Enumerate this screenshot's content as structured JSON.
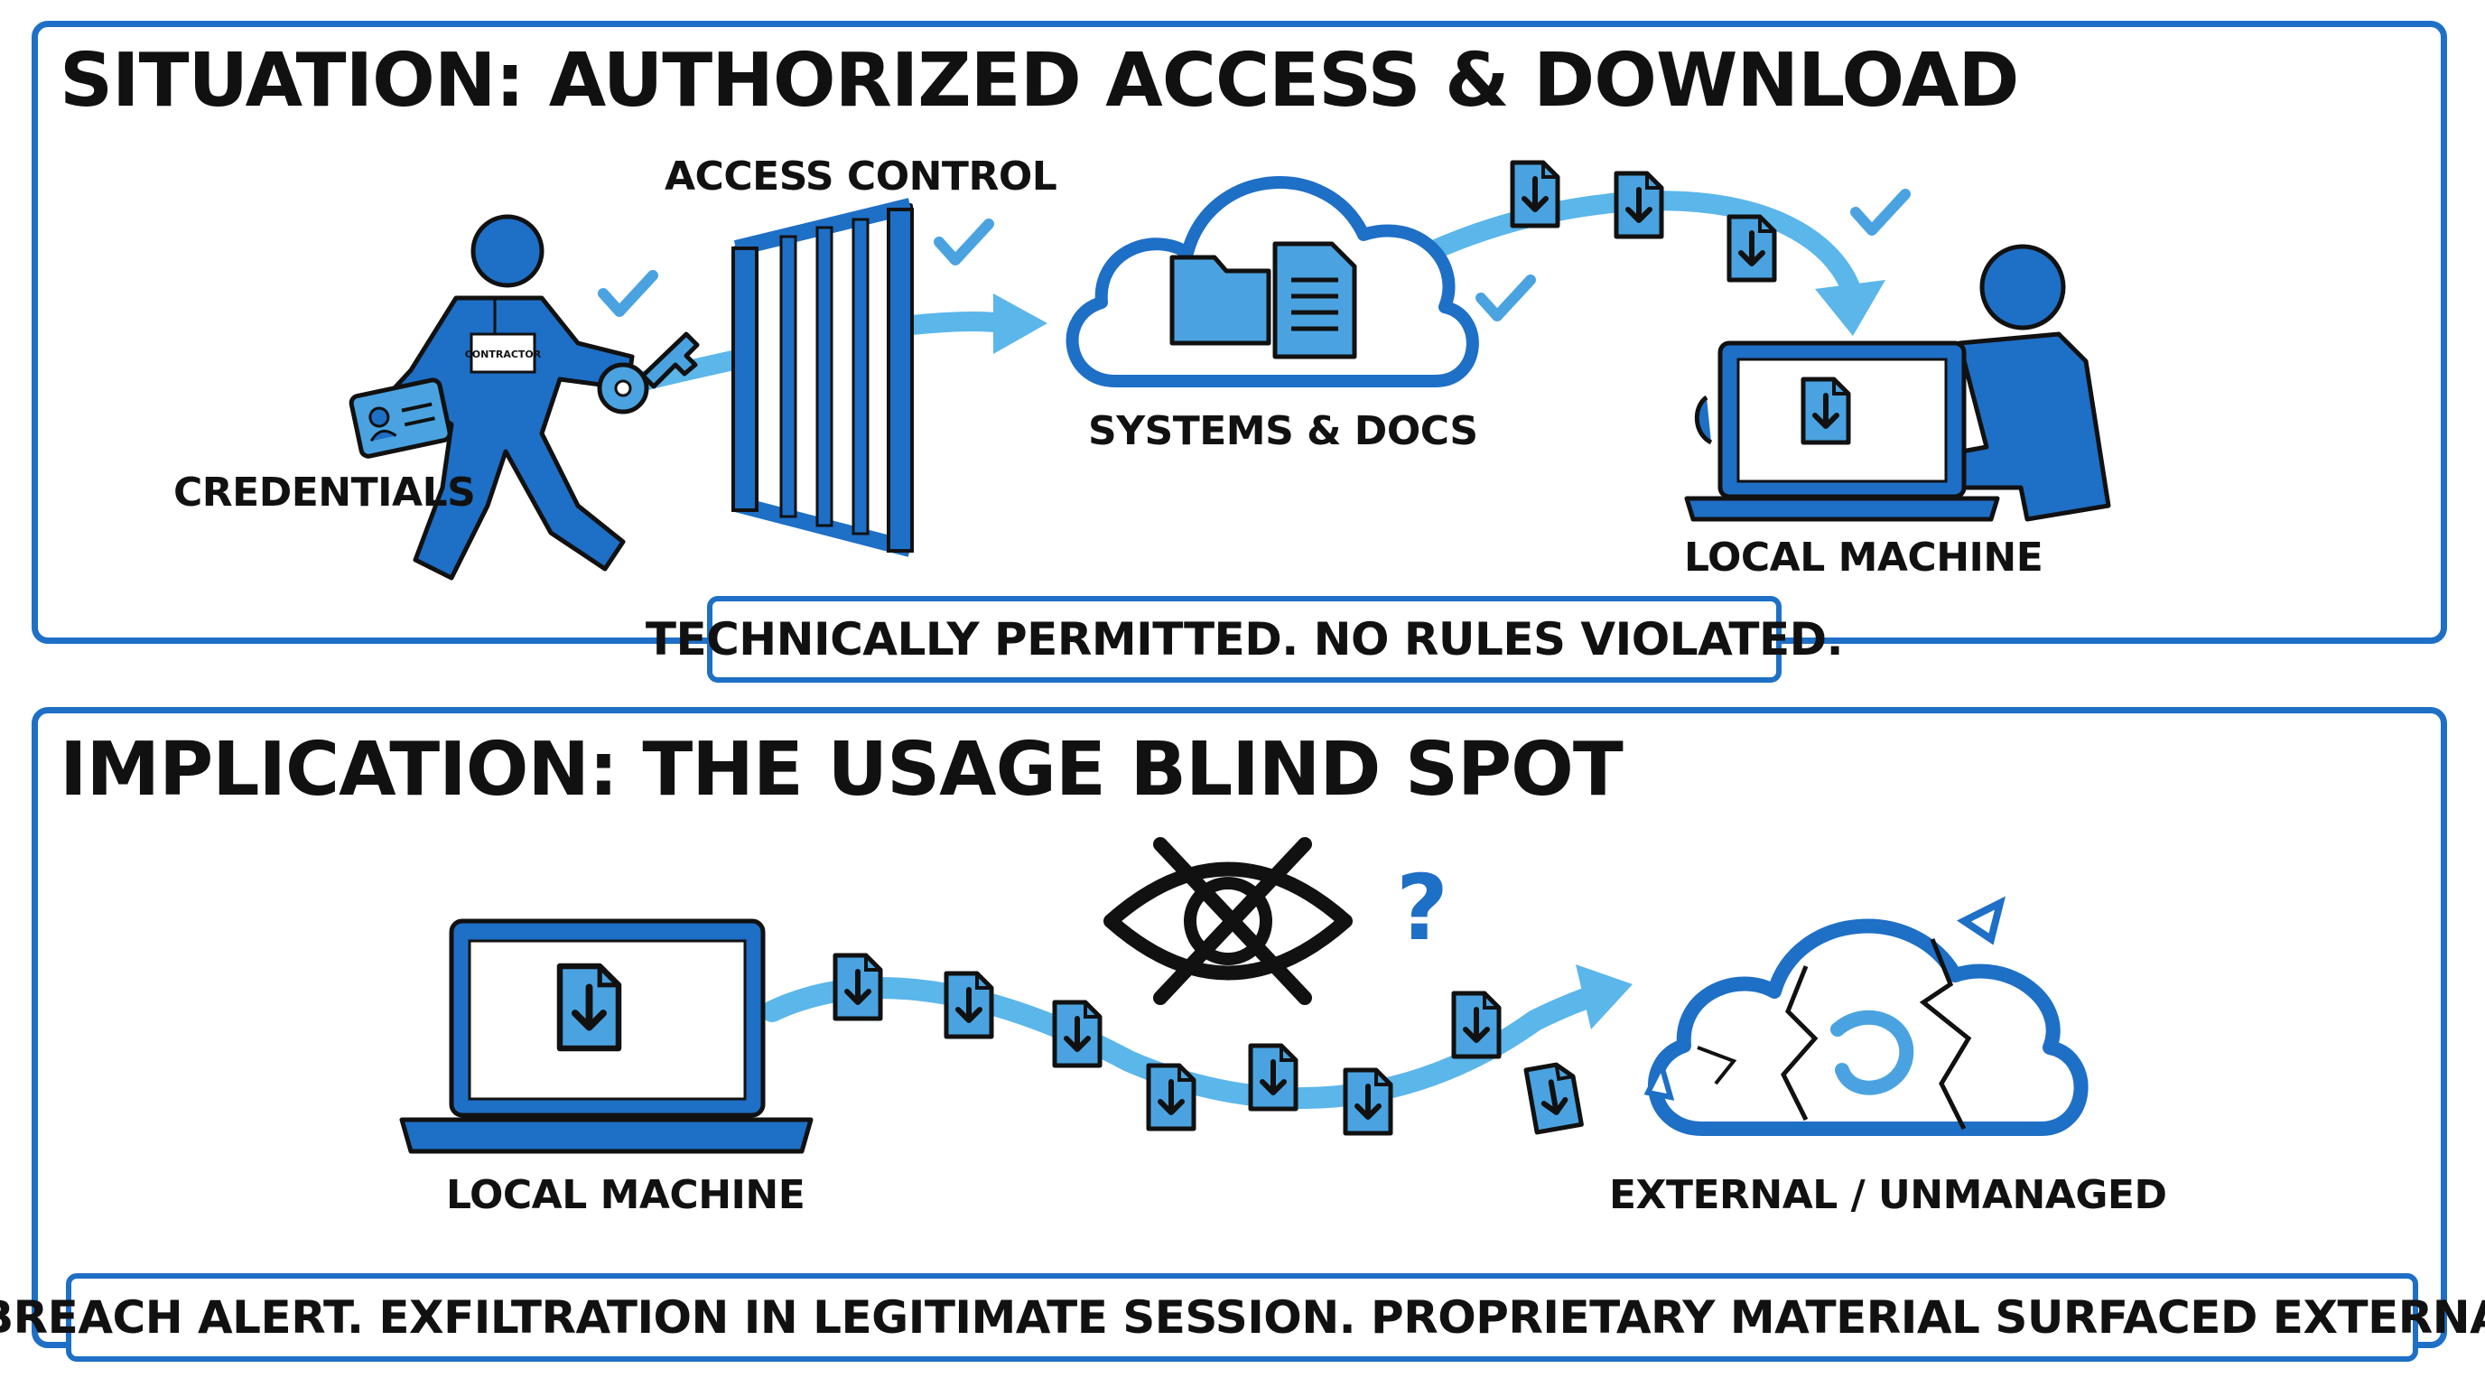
{
  "top": {
    "title": "SITUATION: AUTHORIZED ACCESS & DOWNLOAD",
    "labels": {
      "access_control": "ACCESS CONTROL",
      "credentials": "CREDENTIALS",
      "systems_docs": "SYSTEMS & DOCS",
      "local_machine": "LOCAL MACHINE",
      "badge": "CONTRACTOR"
    },
    "callout": "TECHNICALLY PERMITTED. NO RULES VIOLATED."
  },
  "bottom": {
    "title": "IMPLICATION: THE USAGE BLIND SPOT",
    "labels": {
      "local_machine": "LOCAL MACHINE",
      "external": "EXTERNAL / UNMANAGED",
      "question_mark": "?"
    },
    "callout": "NO BREACH ALERT. EXFILTRATION IN LEGITIMATE SESSION. PROPRIETARY MATERIAL SURFACED EXTERNALLY."
  },
  "colors": {
    "primary_blue": "#1e6fc6",
    "light_blue": "#4aa3e0",
    "flow_blue": "#5bb6ea",
    "outline": "#111111"
  },
  "icons": [
    "person-icon",
    "key-icon",
    "id-card-icon",
    "gate-icon",
    "cloud-icon",
    "folder-icon",
    "document-icon",
    "download-file-icon",
    "laptop-icon",
    "checkmark-icon",
    "crossed-eye-icon",
    "broken-cloud-icon"
  ]
}
